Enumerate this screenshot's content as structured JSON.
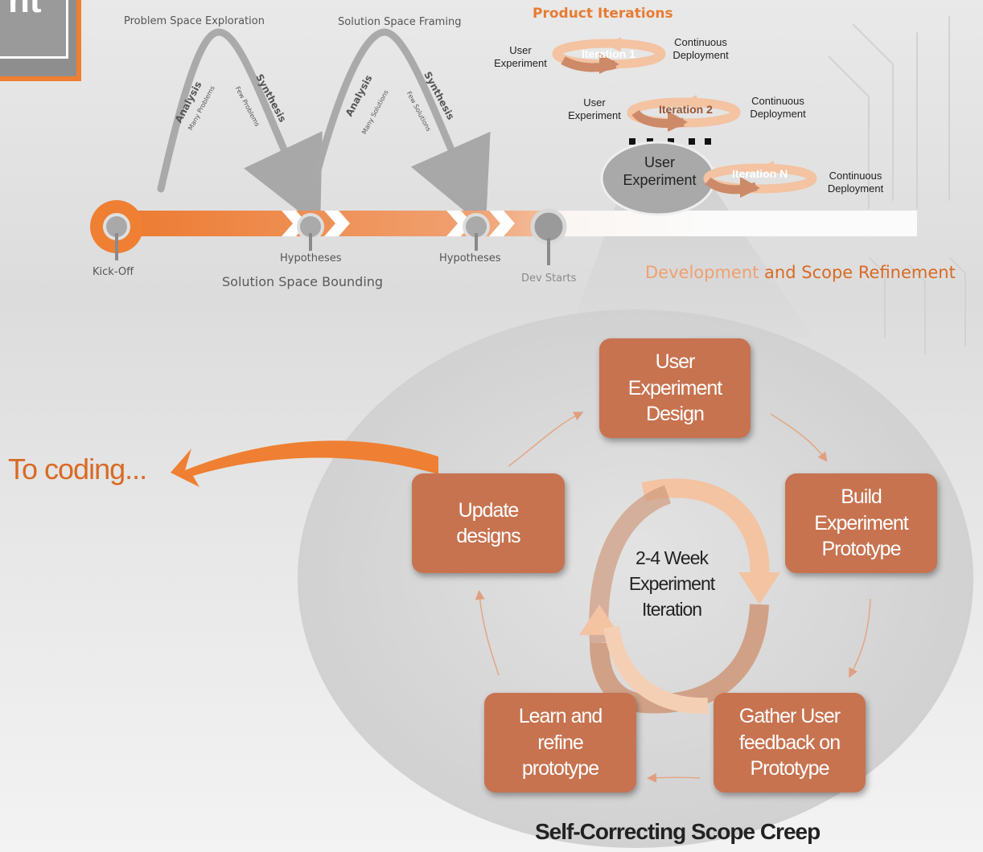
{
  "corner": {
    "text": "nt"
  },
  "process": {
    "problem_exploration": "Problem Space Exploration",
    "solution_framing": "Solution Space Framing",
    "analysis_1": "Analysis",
    "many_problems": "Many Problems",
    "synthesis_1": "Synthesis",
    "few_problems": "Few Problems",
    "analysis_2": "Analysis",
    "many_solutions": "Many Solutions",
    "synthesis_2": "Synthesis",
    "few_solutions": "Few Solutions",
    "kickoff": "Kick-Off",
    "hypotheses_1": "Hypotheses",
    "hypotheses_2": "Hypotheses",
    "solution_bounding": "Solution Space Bounding",
    "dev_starts": "Dev Starts",
    "dev_refinement_a": "Development",
    "dev_refinement_b": " and Scope Refinement"
  },
  "iterations": {
    "title": "Product Iterations",
    "rows": [
      {
        "left": "User\nExperiment",
        "label": "Iteration 1",
        "right": "Continuous\nDeployment"
      },
      {
        "left": "User\nExperiment",
        "label": "Iteration 2",
        "right": "Continuous\nDeployment"
      },
      {
        "left": "User\nExperiment",
        "label": "Iteration N",
        "right": "Continuous\nDeployment"
      }
    ]
  },
  "cycle": {
    "steps": [
      "User\nExperiment\nDesign",
      "Build\nExperiment\nPrototype",
      "Gather User\nfeedback on\nPrototype",
      "Learn and\nrefine\nprototype",
      "Update\ndesigns"
    ],
    "center": "2-4 Week\nExperiment\nIteration",
    "to_coding": "To coding...",
    "footer": "Self-Correcting Scope Creep"
  },
  "colors": {
    "accent": "#ef7f32",
    "card": "#c77350",
    "loop_light": "#f3c3a2",
    "loop_dark": "#cf9a7d"
  }
}
